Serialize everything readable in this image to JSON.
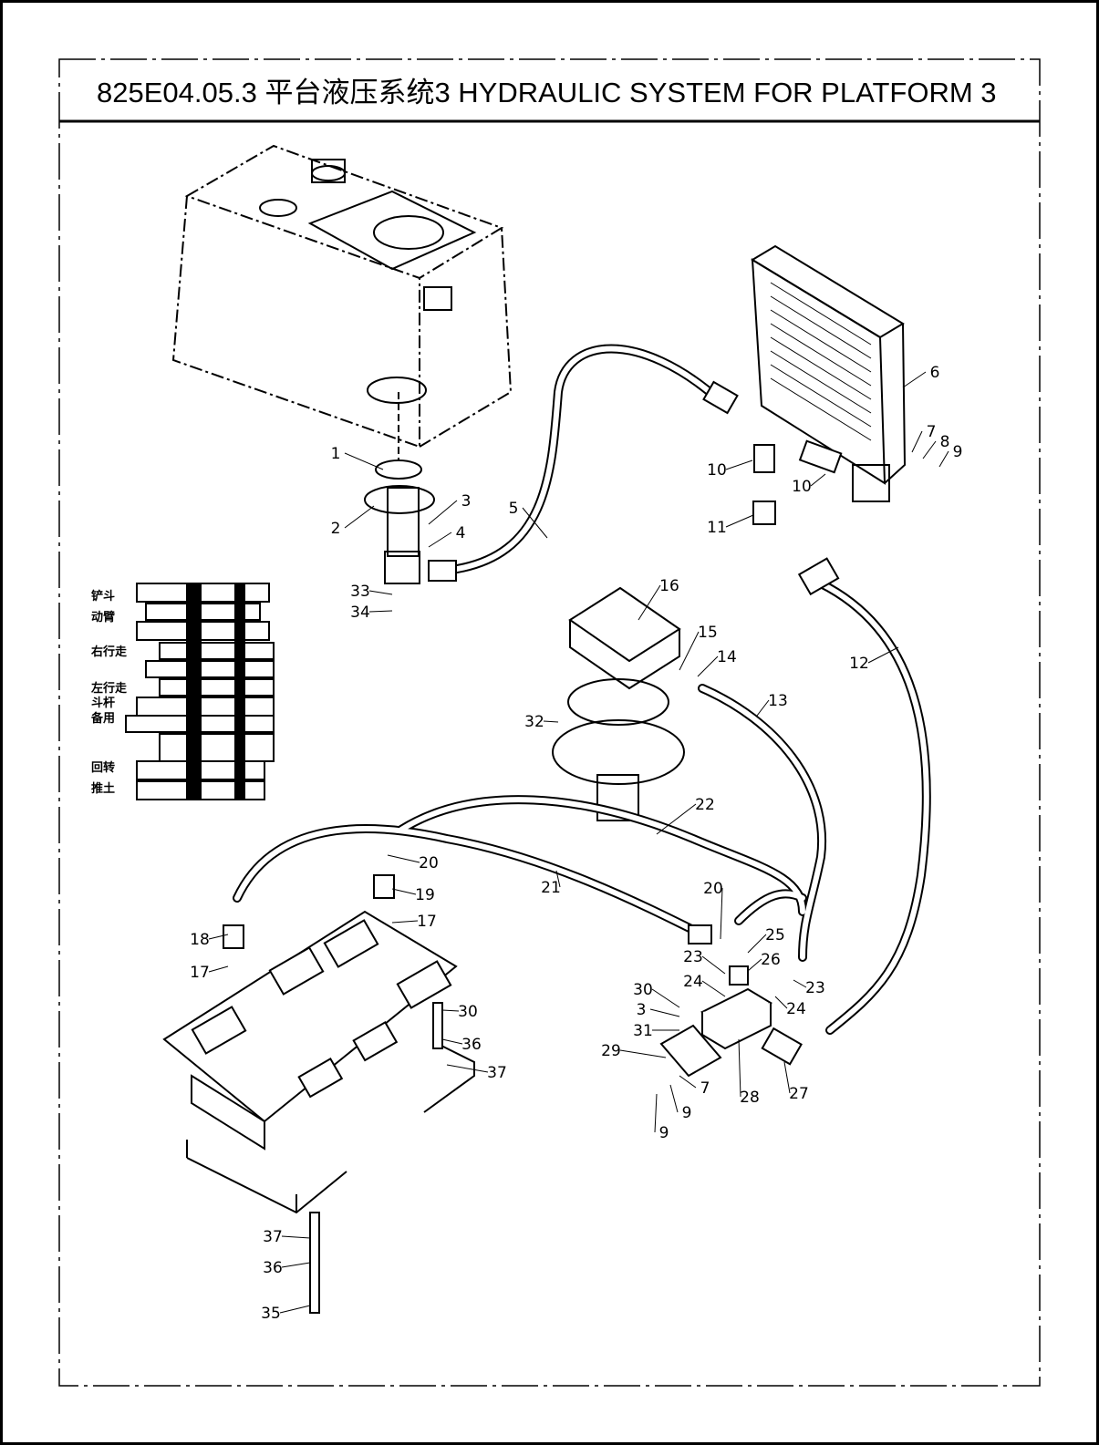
{
  "title": "825E04.05.3 平台液压系统3 HYDRAULIC SYSTEM FOR PLATFORM 3",
  "valve_function_labels": [
    "铲斗",
    "动臂",
    "右行走",
    "左行走",
    "斗杆",
    "备用",
    "回转",
    "推土"
  ],
  "callouts": [
    "1",
    "2",
    "3",
    "4",
    "5",
    "33",
    "34",
    "6",
    "7",
    "8",
    "9",
    "10",
    "10",
    "11",
    "12",
    "16",
    "15",
    "14",
    "13",
    "32",
    "22",
    "20",
    "19",
    "17",
    "18",
    "17",
    "21",
    "20",
    "25",
    "23",
    "26",
    "23",
    "24",
    "24",
    "30",
    "3",
    "31",
    "30",
    "36",
    "37",
    "29",
    "7",
    "9",
    "9",
    "28",
    "27",
    "37",
    "36",
    "35"
  ],
  "line_color": "#000000"
}
